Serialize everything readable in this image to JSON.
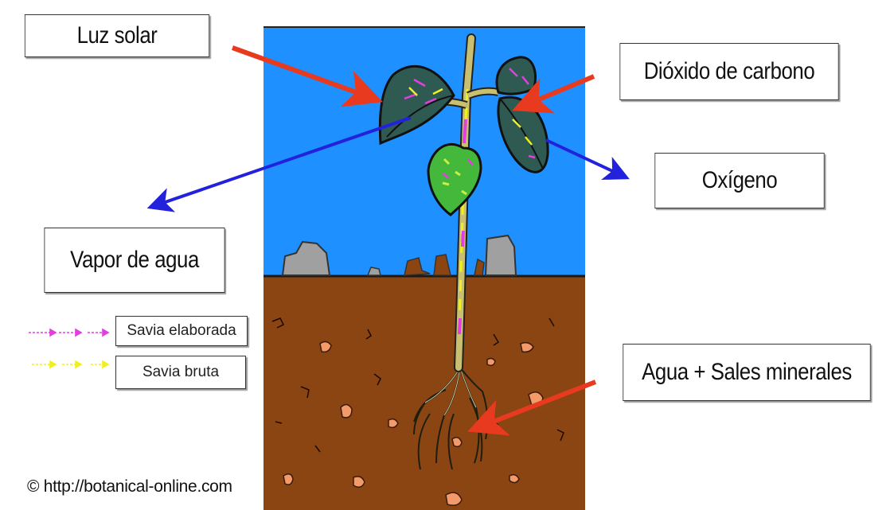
{
  "labels": {
    "sunlight": "Luz solar",
    "co2": "Dióxido de carbono",
    "oxygen": "Oxígeno",
    "water_vapor": "Vapor de agua",
    "water_minerals": "Agua + Sales minerales"
  },
  "legend": {
    "elaborated_sap": "Savia elaborada",
    "raw_sap": "Savia bruta",
    "elaborated_sap_color": "#e040e0",
    "raw_sap_color": "#f0f020"
  },
  "credit": "© http://botanical-online.com",
  "colors": {
    "sky": "#1e90ff",
    "soil": "#8b4513",
    "leaf_dark": "#2e5a52",
    "leaf_light": "#44b83a",
    "arrow_red": "#e83a1e",
    "arrow_blue": "#2222dd",
    "stone": "#a0a0a0",
    "pebble": "#f29a6a"
  },
  "icons": [
    "red-arrow-icon",
    "blue-arrow-icon"
  ]
}
